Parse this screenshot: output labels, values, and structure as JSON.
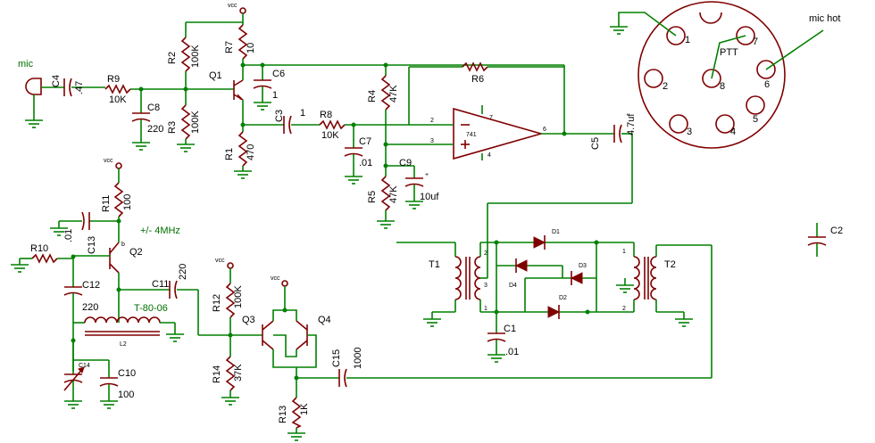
{
  "schematic": {
    "labels": {
      "mic": "mic",
      "c4": "C4",
      "c4v": ".47",
      "r9": "R9",
      "r9v": "10K",
      "r2": "R2",
      "r2v": "100K",
      "r3": "R3",
      "r3v": "100K",
      "c8": "C8",
      "c8v": "220",
      "q1": "Q1",
      "r7": "R7",
      "r7v": "10",
      "c6": "C6",
      "c6v": "1",
      "r1": "R1",
      "r1v": "470",
      "c3": "C3",
      "c3v": "1",
      "r8": "R8",
      "r8v": "10K",
      "c7": "C7",
      "c7v": ".01",
      "r4": "R4",
      "r4v": "47K",
      "r5": "R5",
      "r5v": "47K",
      "c9": "C9",
      "c9v": "10uf",
      "r6": "R6",
      "opamp": "741",
      "c5": "C5",
      "c5v": "4.7uf",
      "vcc": "vcc",
      "r11": "R11",
      "r11v": "100",
      "c13": "C13",
      "c13v": ".01",
      "r10": "R10",
      "q2": "Q2",
      "freq": "+/- 4MHz",
      "c11": "C11",
      "c11v": "220",
      "c12": "C12",
      "c12v": "220",
      "toroid": "T-80-06",
      "l2": "L2",
      "c14": "C14",
      "c10": "C10",
      "c10v": "100",
      "r12": "R12",
      "r12v": "100K",
      "q3": "Q3",
      "q4": "Q4",
      "r14": "R14",
      "r14v": "37K",
      "c15": "C15",
      "c15v": "1000",
      "r13": "R13",
      "r13v": "1K",
      "t1": "T1",
      "t2": "T2",
      "d1": "D1",
      "d2": "D2",
      "d3": "D3",
      "d4": "D4",
      "c1": "C1",
      "c1v": ".01",
      "c2": "C2",
      "mic_hot": "mic hot",
      "ptt": "PTT",
      "pins": [
        "1",
        "2",
        "3",
        "4",
        "5",
        "6",
        "7",
        "8"
      ],
      "op_pins": [
        "2",
        "3",
        "7",
        "6",
        "4"
      ],
      "t_pins": [
        "2",
        "3",
        "1",
        "1",
        "2"
      ],
      "q2_pin": "b"
    }
  }
}
